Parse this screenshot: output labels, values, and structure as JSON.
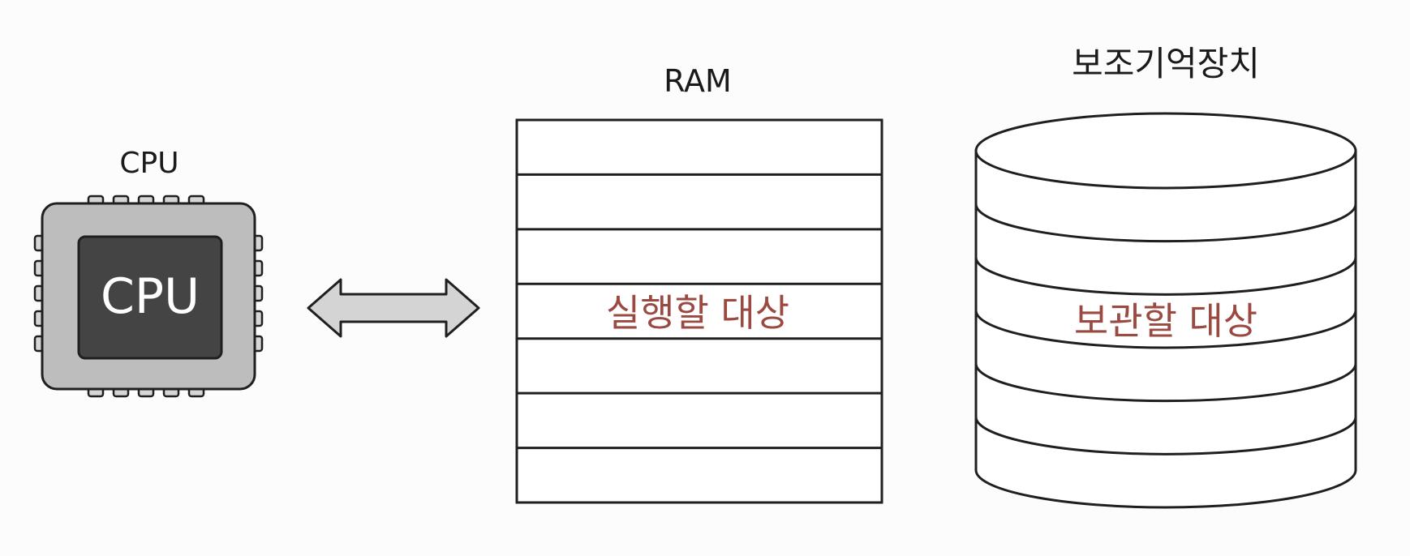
{
  "cpu": {
    "label": "CPU",
    "chip_text": "CPU",
    "colors": {
      "body": "#bdbdbd",
      "die": "#444444",
      "die_text": "#ffffff",
      "pin": "#d6d6d6"
    }
  },
  "arrow": {
    "color": "#d4d4d4"
  },
  "ram": {
    "label": "RAM",
    "rows": 7,
    "highlight_text": "실행할 대상"
  },
  "storage": {
    "label": "보조기억장치",
    "disks": 6,
    "highlight_text": "보관할 대상"
  },
  "colors": {
    "stroke": "#1f1f1f",
    "accent_text": "#9b4a42",
    "background": "#fcfcfc"
  }
}
